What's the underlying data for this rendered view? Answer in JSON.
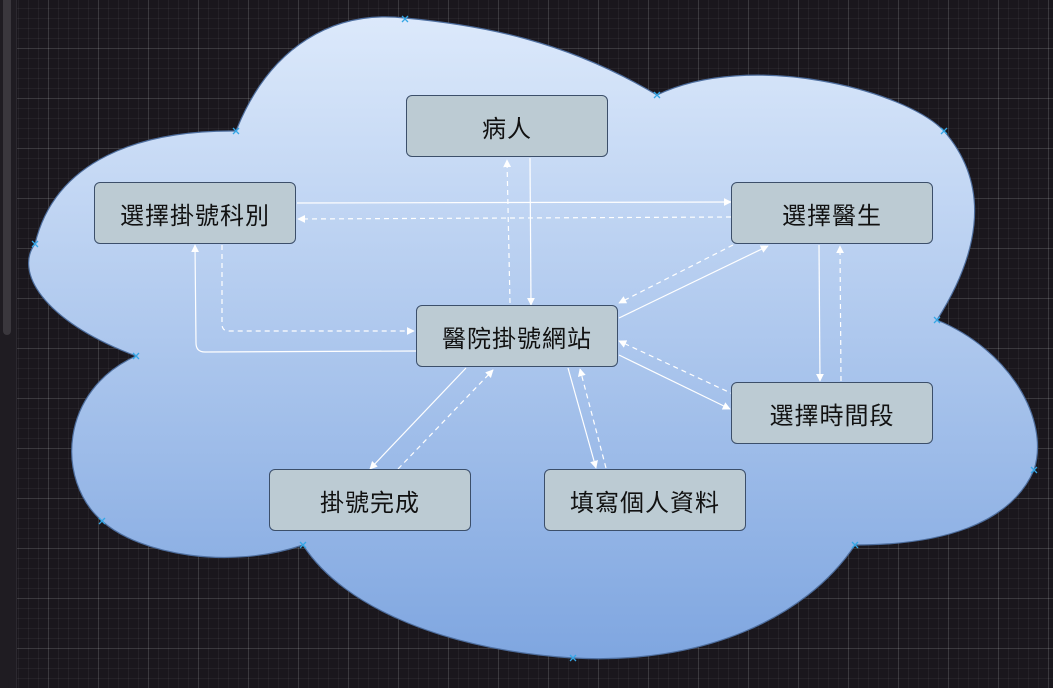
{
  "nodes": {
    "patient": "病人",
    "select_department": "選擇掛號科別",
    "select_doctor": "選擇醫生",
    "hospital_site": "醫院掛號網站",
    "select_time": "選擇時間段",
    "registration_done": "掛號完成",
    "fill_personal_info": "填寫個人資料"
  },
  "colors": {
    "background": "#1a171d",
    "cloud_top": "#dce9fb",
    "cloud_bottom": "#7fa6e0",
    "node_fill": "#bccbd3",
    "arrow": "#ffffff"
  }
}
